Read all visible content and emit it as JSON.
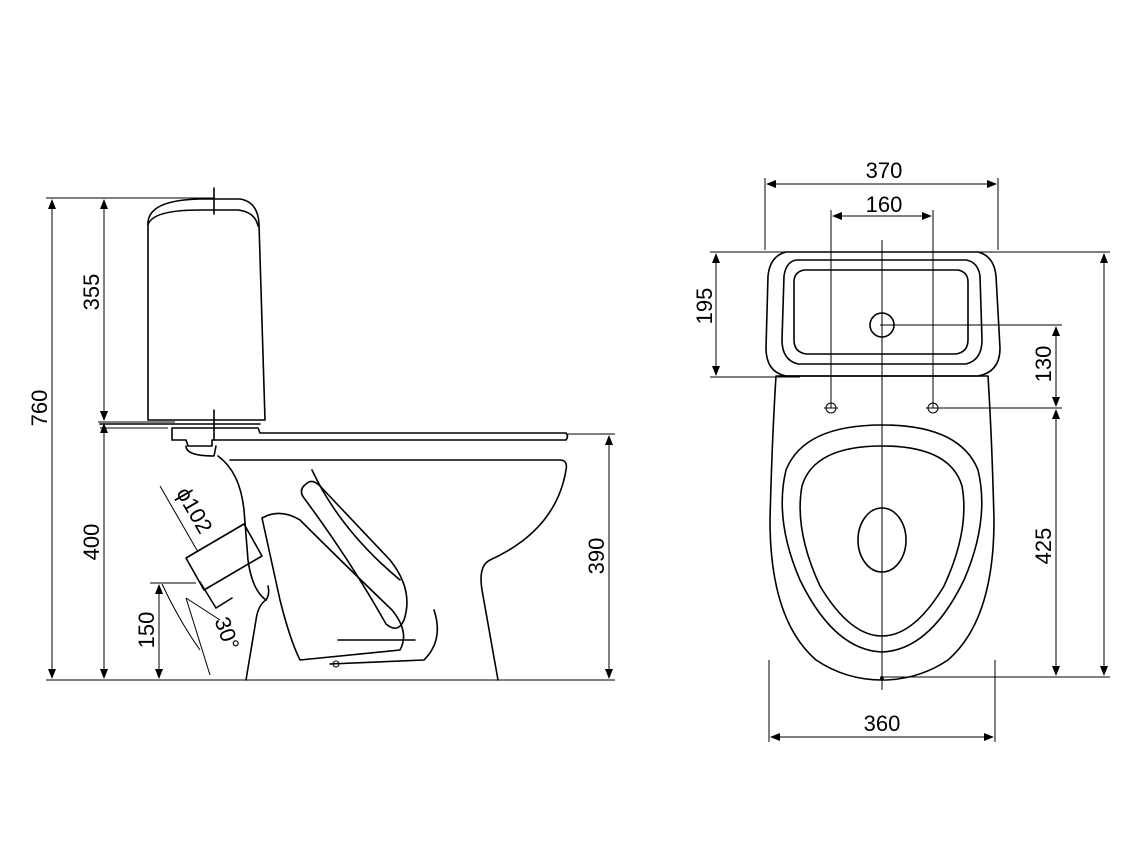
{
  "side_view": {
    "dim_total_height": "760",
    "dim_tank_height": "355",
    "dim_seat_height": "400",
    "dim_rim_height": "390",
    "dim_outlet_height": "150",
    "dim_outlet_diameter": "ϕ102",
    "dim_outlet_angle": "30°"
  },
  "top_view": {
    "dim_tank_width": "370",
    "dim_fixing_holes_spacing": "160",
    "dim_tank_depth": "195",
    "dim_hole_offset": "130",
    "dim_bowl_length": "425",
    "dim_bowl_width": "360"
  }
}
